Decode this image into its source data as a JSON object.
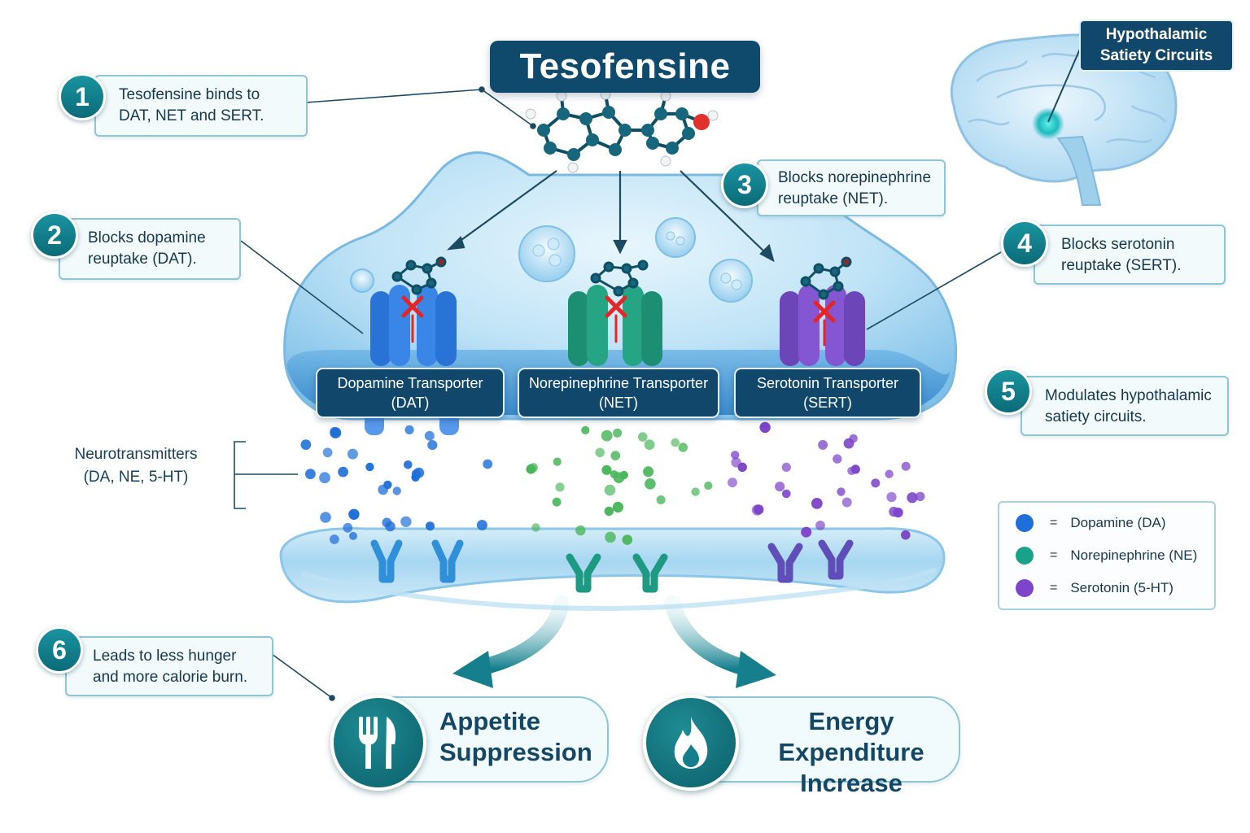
{
  "title": "Tesofensine",
  "steps": [
    {
      "num": "1",
      "lines": [
        "Tesofensine binds to",
        "DAT, NET and SERT."
      ]
    },
    {
      "num": "2",
      "lines": [
        "Blocks dopamine",
        "reuptake (DAT)."
      ]
    },
    {
      "num": "3",
      "lines": [
        "Blocks norepinephrine",
        "reuptake (NET)."
      ]
    },
    {
      "num": "4",
      "lines": [
        "Blocks serotonin",
        "reuptake (SERT)."
      ]
    },
    {
      "num": "5",
      "lines": [
        "Modulates hypothalamic",
        "satiety circuits."
      ]
    },
    {
      "num": "6",
      "lines": [
        "Leads to less hunger",
        "and more calorie burn."
      ]
    }
  ],
  "transporters": [
    {
      "name": "Dopamine Transporter",
      "abbr": "(DAT)",
      "color": "#2a73d6"
    },
    {
      "name": "Norepinephrine Transporter",
      "abbr": "(NET)",
      "color": "#1f9a7c"
    },
    {
      "name": "Serotonin Transporter",
      "abbr": "(SERT)",
      "color": "#7a4fc7"
    }
  ],
  "neurotransmitters_label": [
    "Neurotransmitters",
    "(DA, NE, 5-HT)"
  ],
  "legend": [
    {
      "color": "#1f6fd8",
      "eq": "=",
      "label": "Dopamine (DA)"
    },
    {
      "color": "#1aa189",
      "eq": "=",
      "label": "Norepinephrine (NE)"
    },
    {
      "color": "#7d45c9",
      "eq": "=",
      "label": "Serotonin (5-HT)"
    }
  ],
  "brain_label": [
    "Hypothalamic",
    "Satiety Circuits"
  ],
  "outcomes": [
    {
      "icon": "fork-knife-icon",
      "lines": [
        "Appetite",
        "Suppression"
      ]
    },
    {
      "icon": "flame-icon",
      "lines": [
        "Energy Expenditure",
        "Increase"
      ]
    }
  ],
  "colors": {
    "accent": "#0f4a6c",
    "teal": "#137f8c",
    "dopamine": "#1f6fd8",
    "norepinephrine": "#2fa858",
    "serotonin": "#7d45c9"
  }
}
